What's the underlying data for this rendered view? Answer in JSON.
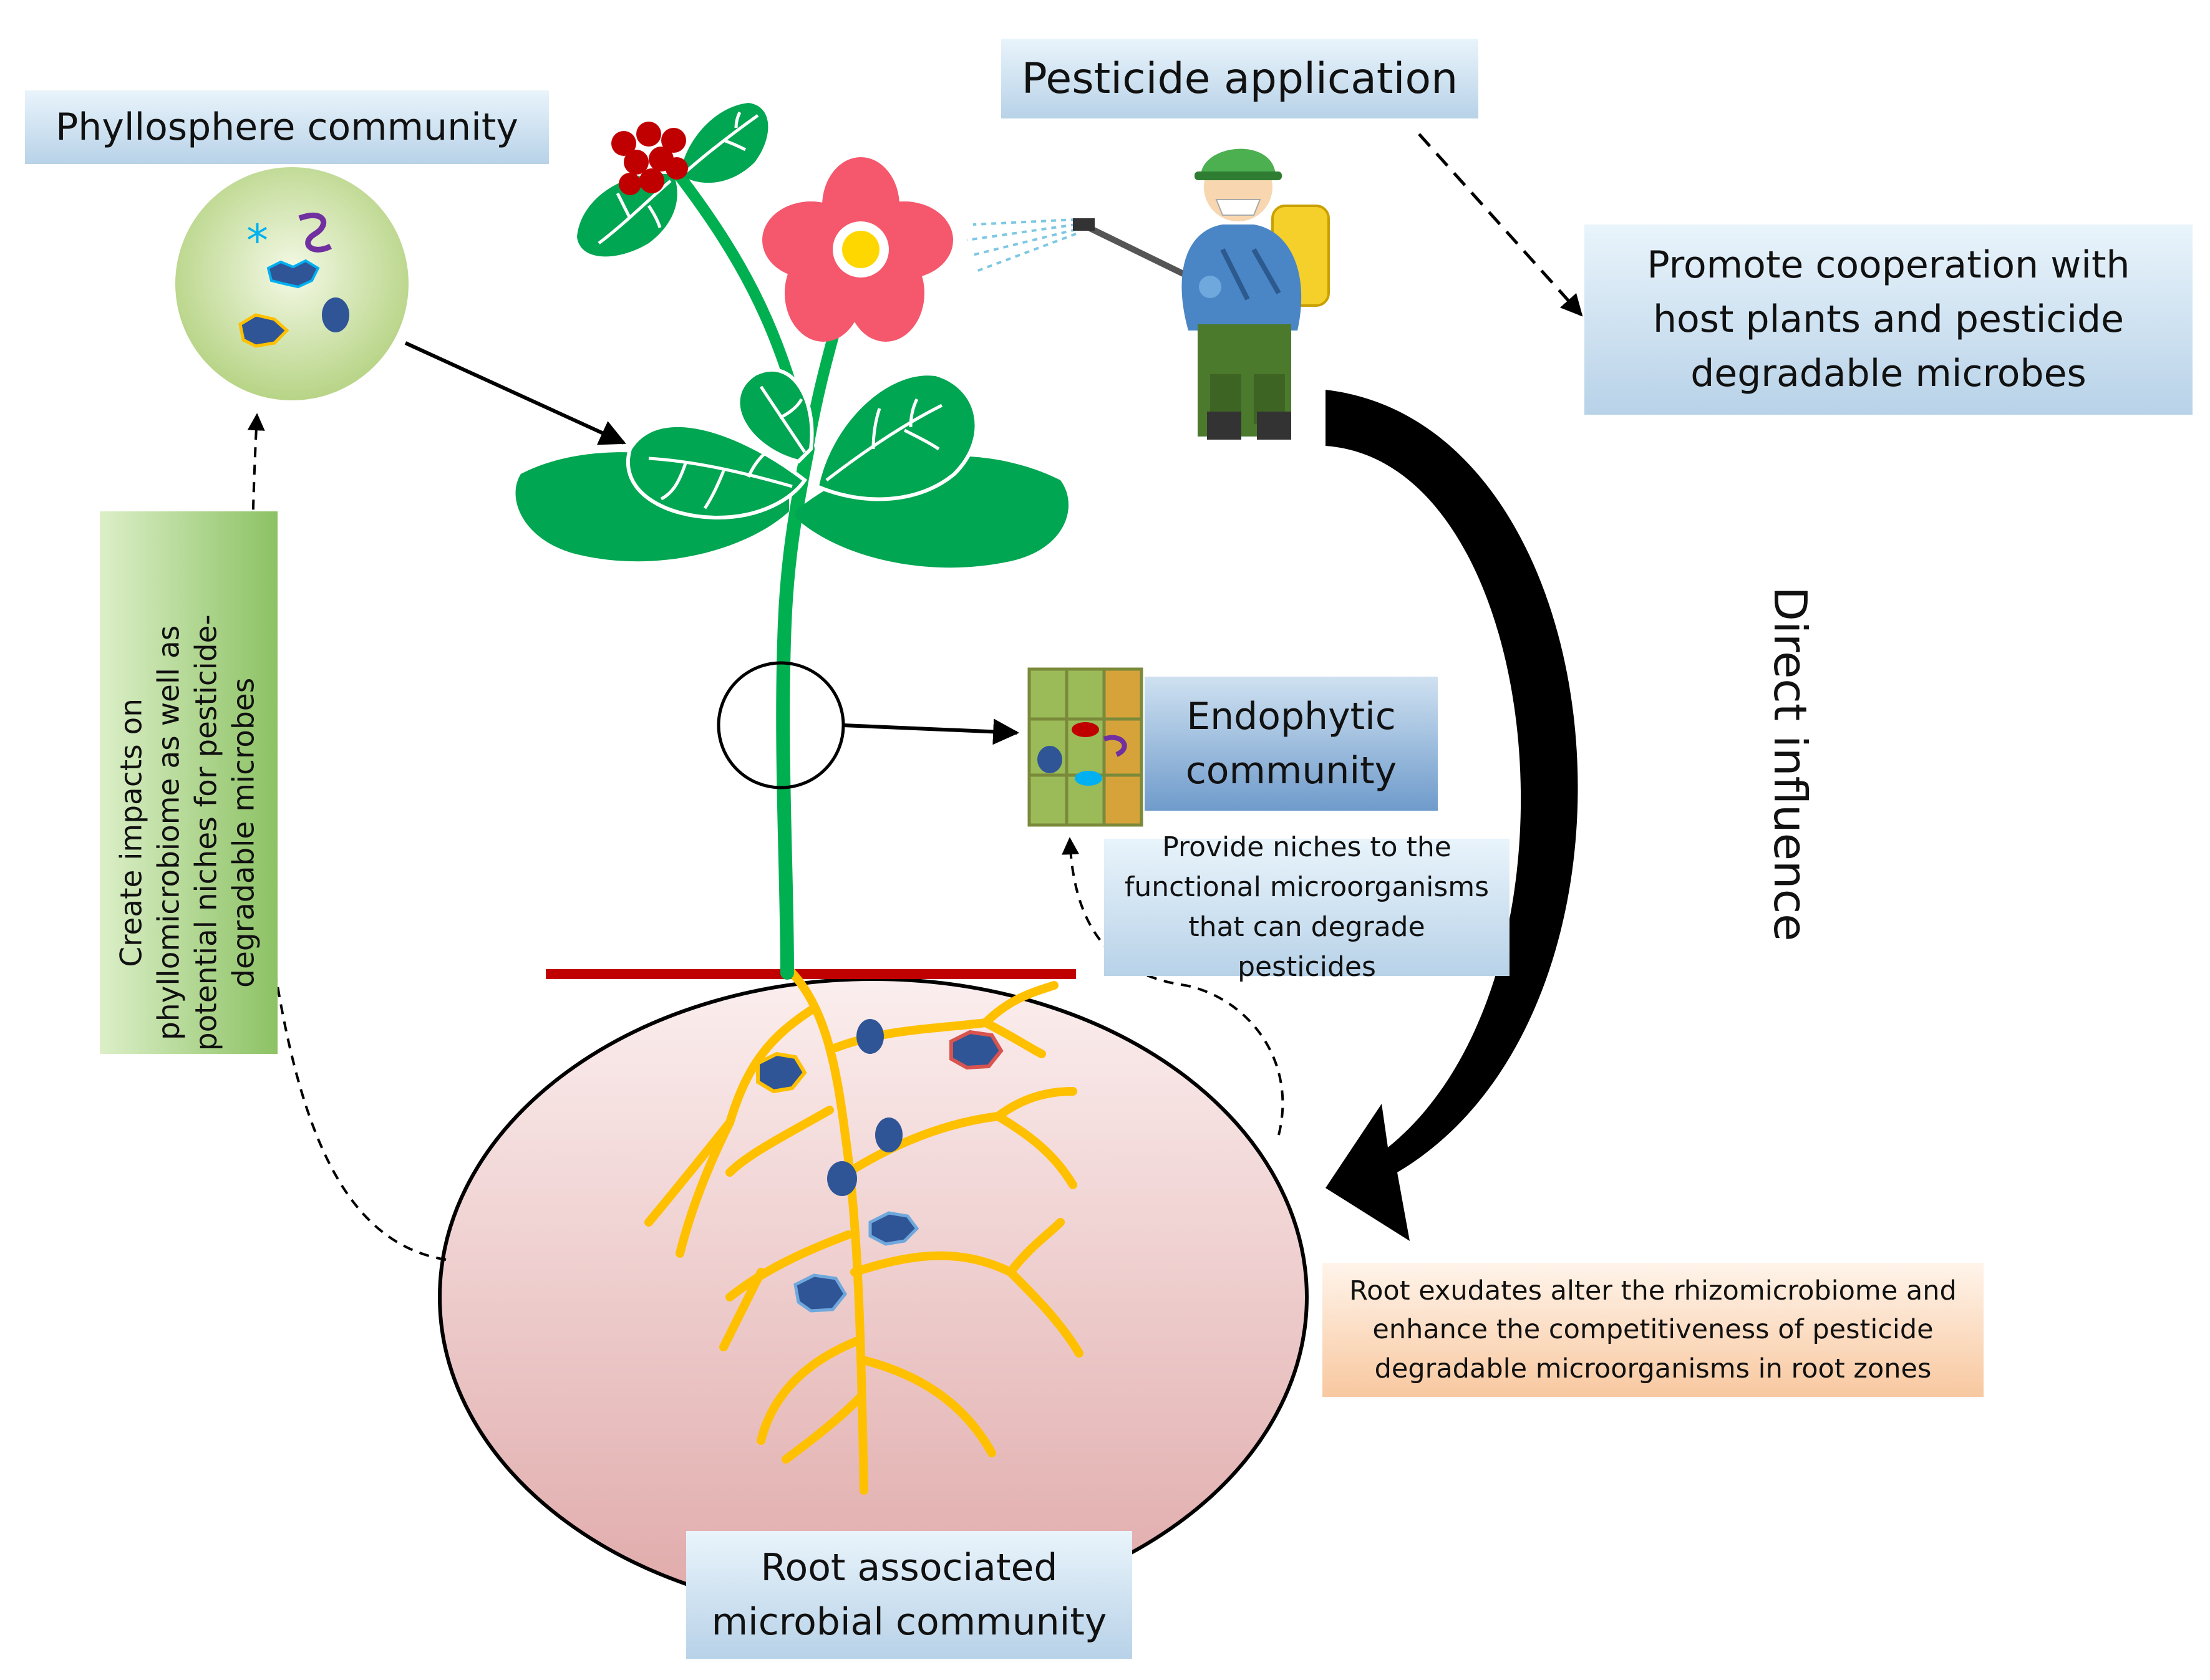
{
  "labels": {
    "pesticide_application": "Pesticide application",
    "phyllosphere_community": "Phyllosphere community",
    "promote_cooperation": "Promote cooperation with host plants and pesticide degradable microbes",
    "direct_influence": "Direct influence",
    "endophytic_community": "Endophytic community",
    "provide_niches": "Provide niches to the functional microorganisms that can degrade pesticides",
    "create_impacts": "Create impacts on phyllomicrobiome as well as potential niches for pesticide-degradable microbes",
    "root_exudates": "Root exudates alter the rhizomicrobiome and enhance the competitiveness of pesticide degradable microorganisms in root zones",
    "root_associated": "Root associated microbial community"
  },
  "colors": {
    "leaf_green": "#00a651",
    "stem_green": "#00b050",
    "flower_pink": "#f5576c",
    "flower_center": "#ffd700",
    "root_yellow": "#ffc000",
    "soil_pink": "#e8b5b5",
    "ground_line": "#c00000",
    "microbe_blue": "#2f5597",
    "arrow_black": "#000000"
  }
}
